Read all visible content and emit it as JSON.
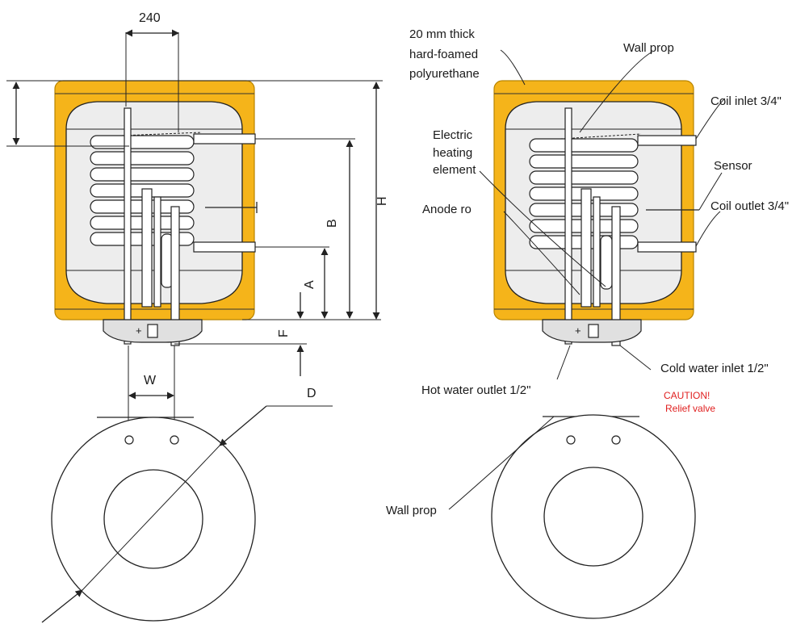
{
  "colors": {
    "insulation": "#f5b41a",
    "insulation_dark": "#d89a00",
    "inner_tank": "#ededed",
    "line": "#222222",
    "caution": "#e02020"
  },
  "dimensions": {
    "top_width": "240",
    "h": "H",
    "b": "B",
    "a": "A",
    "f": "F",
    "w": "W",
    "d": "D"
  },
  "labels": {
    "insulation": [
      "20 mm thick",
      "hard-foamed",
      "polyurethane"
    ],
    "wall_prop_top": "Wall prop",
    "coil_inlet": "Coil inlet 3/4\"",
    "sensor": "Sensor",
    "coil_outlet": "Coil outlet 3/4\"",
    "electric_heating": [
      "Electric",
      "heating",
      "element"
    ],
    "anode_rod": "Anode ro",
    "hot_water_outlet": "Hot water outlet 1/2\"",
    "cold_water_inlet": "Cold water inlet 1/2\"",
    "caution": "CAUTION!",
    "relief_valve": "Relief valve",
    "wall_prop_bottom": "Wall prop"
  }
}
